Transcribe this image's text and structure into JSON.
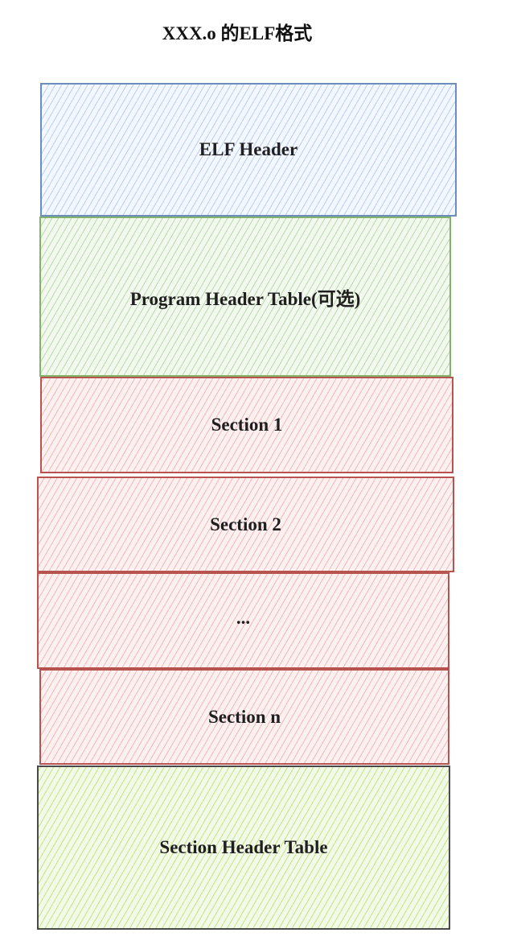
{
  "diagram": {
    "title": "XXX.o 的ELF格式",
    "blocks": [
      {
        "label": "ELF Header",
        "color": "#dae8fc",
        "border": "#6c8ebf"
      },
      {
        "label": "Program Header Table(可选)",
        "color": "#d5e8d4",
        "border": "#82b366"
      },
      {
        "label": "Section 1",
        "color": "#f8cecc",
        "border": "#b85450"
      },
      {
        "label": "Section 2",
        "color": "#f8cecc",
        "border": "#b85450"
      },
      {
        "label": "...",
        "color": "#f8cecc",
        "border": "#b85450"
      },
      {
        "label": "Section n",
        "color": "#f8cecc",
        "border": "#b85450"
      },
      {
        "label": "Section Header Table",
        "color": "#cdeb8b",
        "border": "#36393d"
      }
    ]
  }
}
